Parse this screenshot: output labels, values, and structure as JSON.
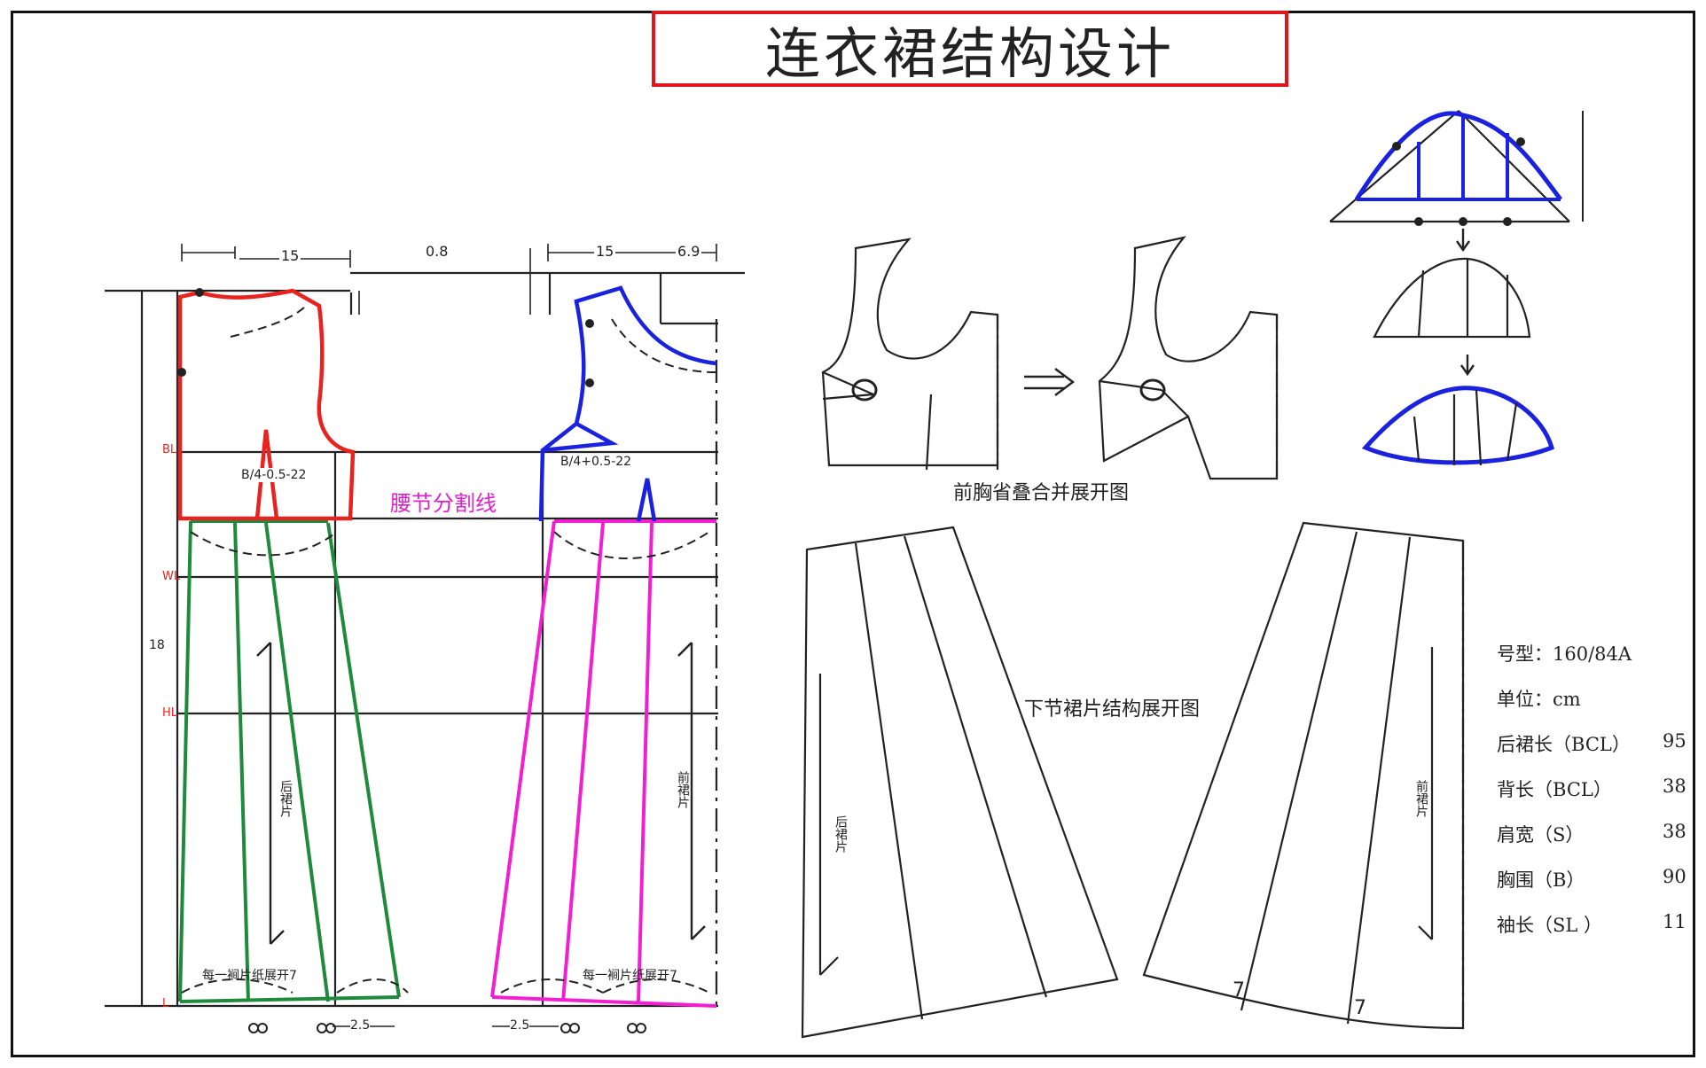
{
  "title": "连衣裙结构设计",
  "labels": {
    "waist_seam": "腰节分割线",
    "bodice_dart_caption": "前胸省叠合并展开图",
    "skirt_caption": "下节裙片结构展开图",
    "top_measure_15_left": "15",
    "top_measure_08": "0.8",
    "top_measure_15_right": "15",
    "top_measure_69": "6.9",
    "bust_formula_back": "B/4-0.5-22",
    "bust_formula_front": "B/4+0.5-22",
    "hem_note_back": "每一裥片纸展开7",
    "hem_note_front": "每一裥片纸展开7",
    "hem_25_left": "2.5",
    "hem_25_right": "2.5",
    "mark_BL": "BL",
    "mark_WL": "WL",
    "mark_HL": "HL",
    "mark_L": "L",
    "mark_18": "18",
    "skirt_pleat_7_a": "7",
    "skirt_pleat_7_b": "7",
    "back_skirt_label": "后裙片",
    "front_skirt_label": "前裙片",
    "back_piece_skirt": "后裙片",
    "front_piece_skirt": "前裙片"
  },
  "specs": {
    "size": {
      "label": "号型：160/84A"
    },
    "unit": {
      "label": "单位：cm"
    },
    "rows": [
      {
        "label": "后裙长（BCL）",
        "value": "95"
      },
      {
        "label": "背长（BCL）",
        "value": "38"
      },
      {
        "label": "肩宽（S）",
        "value": "38"
      },
      {
        "label": "胸围（B）",
        "value": "90"
      },
      {
        "label": "袖长（SL ）",
        "value": "11"
      }
    ]
  },
  "colors": {
    "frame": "#111111",
    "title_border": "#e0161c",
    "back_bodice": "#e8231f",
    "front_bodice": "#1a22e0",
    "back_skirt": "#1f8a3c",
    "front_skirt": "#f020d0",
    "waist_label": "#e020c8",
    "line": "#222222"
  }
}
